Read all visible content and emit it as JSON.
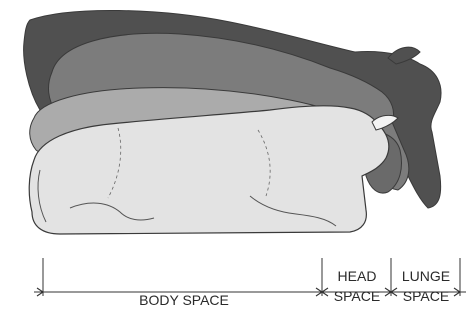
{
  "labels": {
    "body_space": "BODY SPACE",
    "head_space_line1": "HEAD",
    "head_space_line2": "SPACE",
    "lunge_space_line1": "LUNGE",
    "lunge_space_line2": "SPACE"
  },
  "colors": {
    "standing_cow": "#505050",
    "rising_cow_mid": "#7c7c7c",
    "rising_cow_light": "#ababab",
    "lying_cow": "#e3e3e3",
    "outline": "#3a3a3a",
    "dimension_line": "#333333"
  }
}
